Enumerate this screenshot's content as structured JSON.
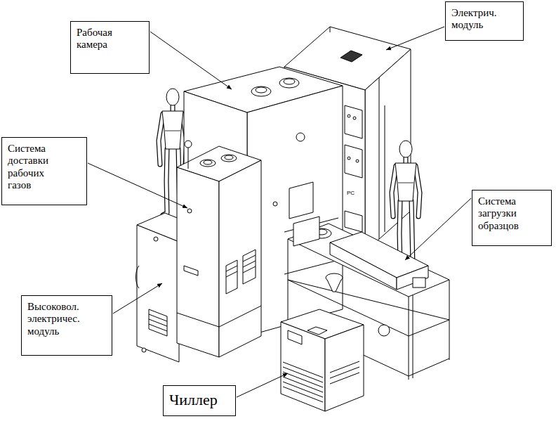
{
  "diagram": {
    "nodes": [
      {
        "text": [
          "Рабочая камера"
        ]
      },
      {
        "text": [
          "Электрич. модуль"
        ]
      },
      {
        "text": [
          "Система доставки рабочих газов"
        ]
      },
      {
        "text": [
          "Система загрузки образцов"
        ]
      },
      {
        "text": [
          "Высоковол. электричес. модуль"
        ]
      },
      {
        "text": [
          "Чиллер"
        ]
      }
    ],
    "labels": [
      "PC"
    ]
  }
}
